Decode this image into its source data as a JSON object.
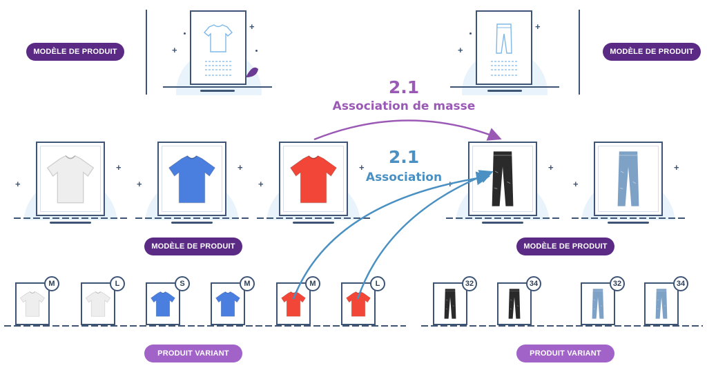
{
  "labels": {
    "modele_top_left": "MODÈLE DE PRODUIT",
    "modele_top_right": "MODÈLE DE PRODUIT",
    "modele_mid_left": "MODÈLE DE PRODUIT",
    "modele_mid_right": "MODÈLE DE PRODUIT",
    "variant_left": "PRODUIT VARIANT",
    "variant_right": "PRODUIT VARIANT"
  },
  "mass_association": {
    "number": "2.1",
    "text": "Association de masse",
    "color": "#9b59b6"
  },
  "association": {
    "number": "2.1",
    "text": "Association",
    "color": "#4a90c2"
  },
  "variants": {
    "left": [
      {
        "size": "M",
        "item": "white-tshirt"
      },
      {
        "size": "L",
        "item": "white-tshirt"
      },
      {
        "size": "S",
        "item": "blue-tshirt"
      },
      {
        "size": "M",
        "item": "blue-tshirt"
      },
      {
        "size": "M",
        "item": "red-tshirt"
      },
      {
        "size": "L",
        "item": "red-tshirt"
      }
    ],
    "right": [
      {
        "size": "32",
        "item": "black-jeans"
      },
      {
        "size": "34",
        "item": "black-jeans"
      },
      {
        "size": "32",
        "item": "blue-jeans"
      },
      {
        "size": "34",
        "item": "blue-jeans"
      }
    ]
  },
  "colors": {
    "white_shirt": "#eeeeee",
    "blue_shirt": "#4a7fe0",
    "red_shirt": "#f24738",
    "black_jeans": "#2a2a2a",
    "blue_jeans": "#7ea1c6",
    "outline": "#3e5474",
    "template_line": "#7fb8e8"
  }
}
